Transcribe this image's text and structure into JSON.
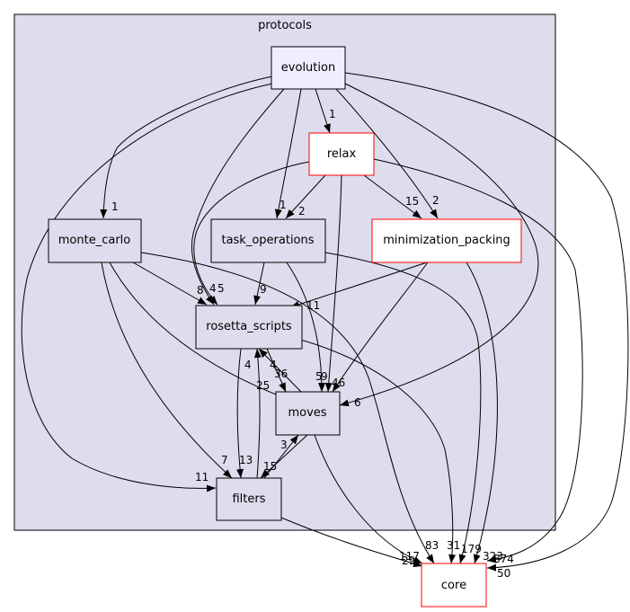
{
  "graph": {
    "cluster": {
      "title": "protocols"
    },
    "nodes": {
      "evolution": "evolution",
      "relax": "relax",
      "monte_carlo": "monte_carlo",
      "task_operations": "task_operations",
      "minimization_packing": "minimization_packing",
      "rosetta_scripts": "rosetta_scripts",
      "moves": "moves",
      "filters": "filters",
      "core": "core"
    },
    "edge_labels": {
      "evolution_relax": "1",
      "evolution_monte_carlo": "1",
      "evolution_task_operations": "1",
      "evolution_minimization_packing": "2",
      "evolution_filters": "11",
      "evolution_rosetta_scripts": "4",
      "evolution_moves": "6",
      "evolution_core": "50",
      "relax_task_operations": "2",
      "relax_minimization_packing": "15",
      "relax_rosetta_scripts": "5",
      "relax_moves": "9",
      "relax_core": "874",
      "monte_carlo_rosetta_scripts": "8",
      "monte_carlo_moves": "25",
      "monte_carlo_filters": "7",
      "monte_carlo_core": "83",
      "task_operations_rosetta_scripts": "9",
      "task_operations_moves": "5",
      "task_operations_core": "179",
      "minimization_packing_rosetta_scripts": "11",
      "minimization_packing_moves": "46",
      "minimization_packing_core": "323",
      "rosetta_scripts_moves": "36",
      "rosetta_scripts_filters": "13",
      "rosetta_scripts_core": "31",
      "moves_rosetta_scripts": "4",
      "moves_filters": "15",
      "moves_core": "117",
      "filters_rosetta_scripts": "4",
      "filters_moves": "3",
      "filters_core": "29"
    }
  }
}
